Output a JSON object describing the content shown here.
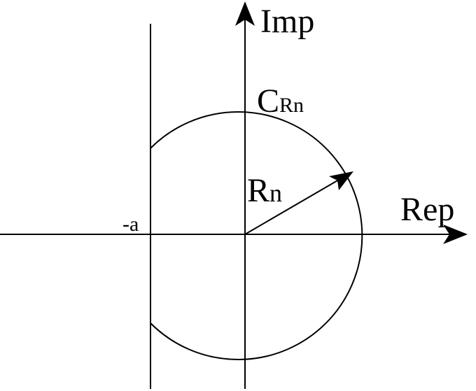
{
  "labels": {
    "imag_axis": "Imp",
    "real_axis": "Rep",
    "contour_main": "C",
    "contour_sub": "Rn",
    "radius_main": "R",
    "radius_sub": "n",
    "vertical_line": "-a"
  },
  "colors": {
    "stroke": "#000000",
    "background": "#ffffff"
  }
}
